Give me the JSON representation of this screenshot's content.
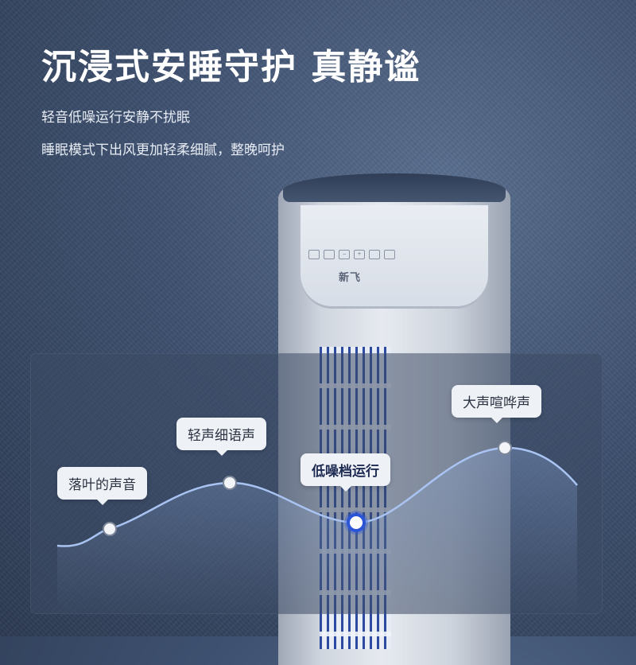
{
  "headline": "沉浸式安睡守护 真静谧",
  "subtitles": [
    "轻音低噪运行安静不扰眠",
    "睡眠模式下出风更加轻柔细腻，整晚呵护"
  ],
  "brand_logo": "新飞",
  "noise_labels": [
    {
      "text": "落叶的声音",
      "highlight": false
    },
    {
      "text": "轻声细语声",
      "highlight": false
    },
    {
      "text": "低噪档运行",
      "highlight": true
    },
    {
      "text": "大声喧哗声",
      "highlight": false
    }
  ],
  "colors": {
    "background": "#3e5170",
    "curve": "#a9c4f2",
    "highlight_dot": "#2b55d6"
  }
}
